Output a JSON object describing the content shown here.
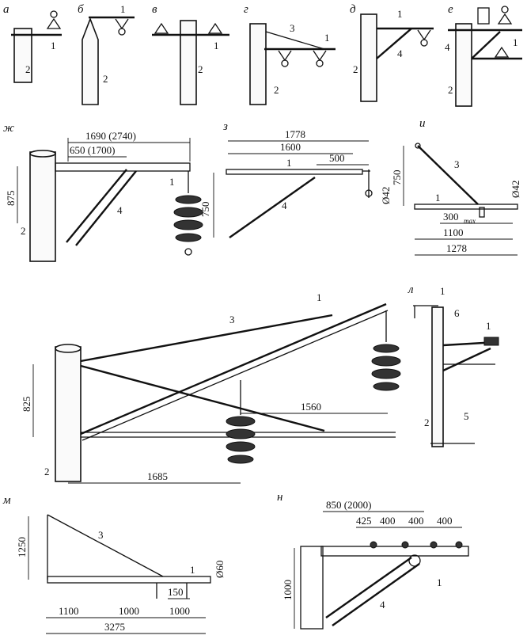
{
  "panels": {
    "a": {
      "letter": "а",
      "callouts": [
        "1",
        "2"
      ]
    },
    "b": {
      "letter": "б",
      "callouts": [
        "1",
        "2"
      ]
    },
    "v": {
      "letter": "в",
      "callouts": [
        "1",
        "2"
      ]
    },
    "g": {
      "letter": "г",
      "callouts": [
        "3",
        "1",
        "2"
      ]
    },
    "d": {
      "letter": "д",
      "callouts": [
        "1",
        "4",
        "2"
      ]
    },
    "e": {
      "letter": "е",
      "callouts": [
        "1",
        "4",
        "2"
      ]
    },
    "zh": {
      "letter": "ж",
      "dims": [
        "1690 (2740)",
        "650 (1700)",
        "875"
      ],
      "callouts": [
        "1",
        "4",
        "2"
      ]
    },
    "z": {
      "letter": "з",
      "dims": [
        "1778",
        "1600",
        "500",
        "750",
        "Ø42"
      ],
      "callouts": [
        "1",
        "4"
      ]
    },
    "i": {
      "letter": "и",
      "dims": [
        "750",
        "Ø42",
        "300",
        "max",
        "1100",
        "1278"
      ],
      "callouts": [
        "3",
        "1"
      ]
    },
    "k": {
      "dims": [
        "825",
        "1560",
        "1685"
      ],
      "callouts": [
        "1",
        "3",
        "2"
      ]
    },
    "l": {
      "letter": "л",
      "callouts": [
        "1",
        "6",
        "1",
        "2",
        "5"
      ]
    },
    "m": {
      "letter": "м",
      "dims": [
        "1250",
        "Ø60",
        "150",
        "1100",
        "1000",
        "1000",
        "3275"
      ],
      "callouts": [
        "3",
        "1"
      ]
    },
    "n": {
      "letter": "н",
      "dims": [
        "850 (2000)",
        "425",
        "400",
        "400",
        "400",
        "1000"
      ],
      "callouts": [
        "1",
        "4"
      ]
    }
  }
}
